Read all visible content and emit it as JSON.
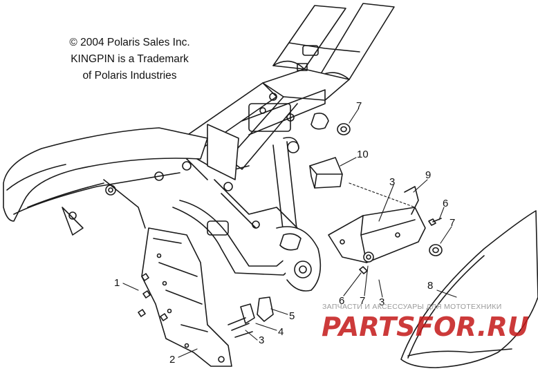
{
  "copyright": {
    "line1": "© 2004 Polaris Sales Inc.",
    "line2": "KINGPIN is a Trademark",
    "line3": "of Polaris Industries"
  },
  "callouts": [
    "1",
    "2",
    "3",
    "3",
    "3",
    "4",
    "5",
    "6",
    "6",
    "7",
    "7",
    "7",
    "8",
    "9",
    "10"
  ],
  "watermark": {
    "caption": "ЗАПЧАСТИ И АКСЕССУАРЫ ДЛЯ МОТОТЕХНИКИ",
    "logo_text": "PARTSFOR.RU",
    "color": "#c41818"
  },
  "colors": {
    "line": "#1a1a1a",
    "background": "#ffffff"
  }
}
